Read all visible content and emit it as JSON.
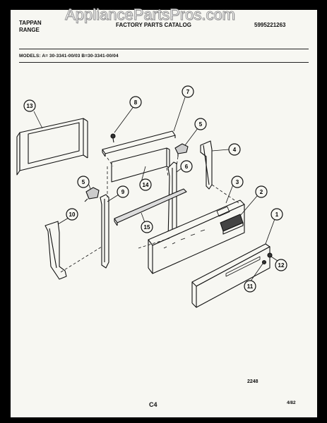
{
  "watermark": "AppliancePartsPros.com",
  "header": {
    "brand_line1": "TAPPAN",
    "brand_line2": "RANGE",
    "catalog_title": "FACTORY PARTS CATALOG",
    "document_number": "5995221263"
  },
  "models_line": "MODELS:  A= 30-3341-00/03       B=30-3341-00/04",
  "callouts": [
    "13",
    "8",
    "7",
    "5",
    "4",
    "14",
    "6",
    "5",
    "9",
    "3",
    "2",
    "10",
    "15",
    "1",
    "12",
    "11"
  ],
  "footer": {
    "figure_code": "2248",
    "page_code": "C4",
    "date": "4/82"
  },
  "colors": {
    "ink": "#111111",
    "paper": "#f7f7f2",
    "frame": "#000000"
  }
}
